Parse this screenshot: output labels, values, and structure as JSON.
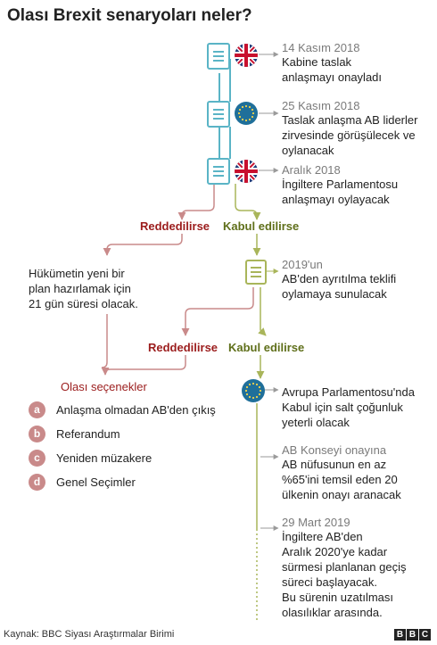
{
  "title": "Olası Brexit senaryoları neler?",
  "steps": [
    {
      "date": "14 Kasım 2018",
      "desc": [
        "Kabine taslak",
        "anlaşmayı onayladı"
      ]
    },
    {
      "date": "25 Kasım 2018",
      "desc": [
        "Taslak anlaşma AB liderler",
        "zirvesinde görüşülecek ve",
        "oylanacak"
      ]
    },
    {
      "date": "Aralık 2018",
      "desc": [
        "İngiltere Parlamentosu",
        "anlaşmayı oylayacak"
      ]
    },
    {
      "date": "2019'un",
      "desc": [
        "AB'den ayrıtılma teklifi",
        "oylamaya sunulacak"
      ]
    },
    {
      "date": "",
      "desc": [
        "Avrupa Parlamentosu'nda",
        "Kabul için salt çoğunluk",
        "yeterli olacak"
      ]
    },
    {
      "date": "AB Konseyi onayına",
      "desc": [
        "AB nüfusunun en az",
        "%65'ini temsil eden 20",
        "ülkenin onayı aranacak"
      ]
    },
    {
      "date": "29 Mart 2019",
      "desc": [
        "İngiltere AB'den",
        "Aralık 2020'ye kadar",
        "sürmesi planlanan geçiş",
        "süreci başlayacak.",
        "Bu sürenin uzatılması",
        "olasılıklar arasında."
      ]
    }
  ],
  "branch1": {
    "rejected": "Reddedilirse",
    "accepted": "Kabul edilirse"
  },
  "rejected_note": [
    "Hükümetin yeni bir",
    "plan hazırlamak için",
    "21 gün süresi olacak."
  ],
  "branch2": {
    "rejected": "Reddedilirse",
    "accepted": "Kabul edilirse"
  },
  "options": {
    "heading": "Olası seçenekler",
    "items": [
      {
        "badge": "a",
        "label": "Anlaşma olmadan AB'den çıkış"
      },
      {
        "badge": "b",
        "label": "Referandum"
      },
      {
        "badge": "c",
        "label": "Yeniden müzakere"
      },
      {
        "badge": "d",
        "label": "Genel Seçimler"
      }
    ]
  },
  "footer": {
    "source": "Kaynak: BBC Siyası Araştırmalar Birimi",
    "logo": [
      "B",
      "B",
      "C"
    ]
  },
  "colors": {
    "teal": "#5ab4c6",
    "eu_blue": "#1f6f9a",
    "olive": "#8a9a2a",
    "red": "#9b1c1c",
    "option_badge": "#c98a8a"
  }
}
